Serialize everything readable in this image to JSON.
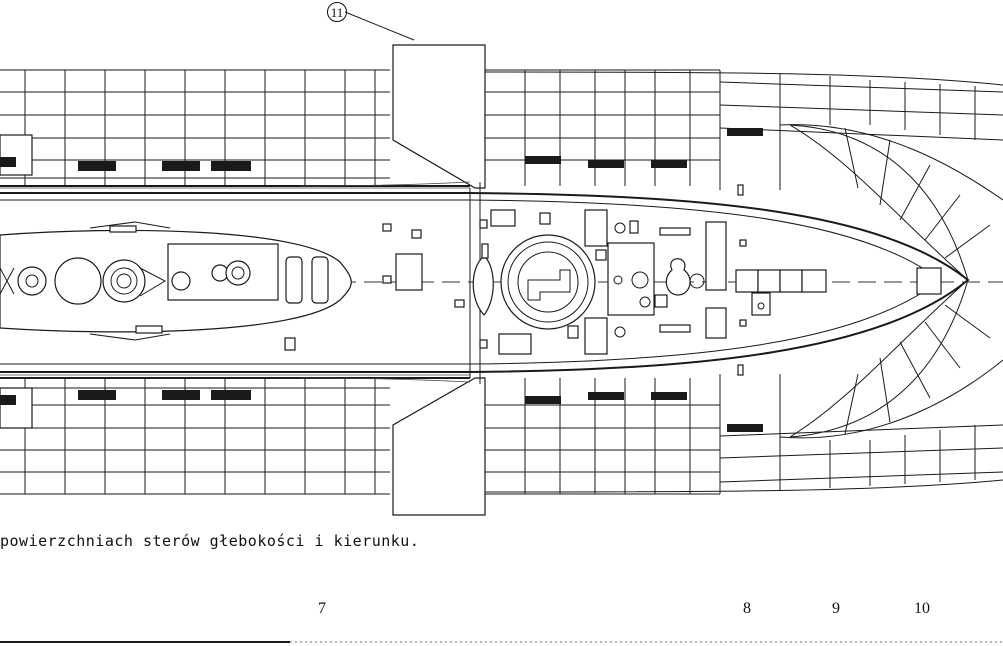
{
  "callout": {
    "number": "11"
  },
  "caption": {
    "text": "powierzchniach sterów głebokości i kierunku."
  },
  "stations": [
    {
      "label": "7"
    },
    {
      "label": "8"
    },
    {
      "label": "9"
    },
    {
      "label": "10"
    }
  ],
  "colors": {
    "ink": "#1a1a1a",
    "paper": "#ffffff"
  }
}
